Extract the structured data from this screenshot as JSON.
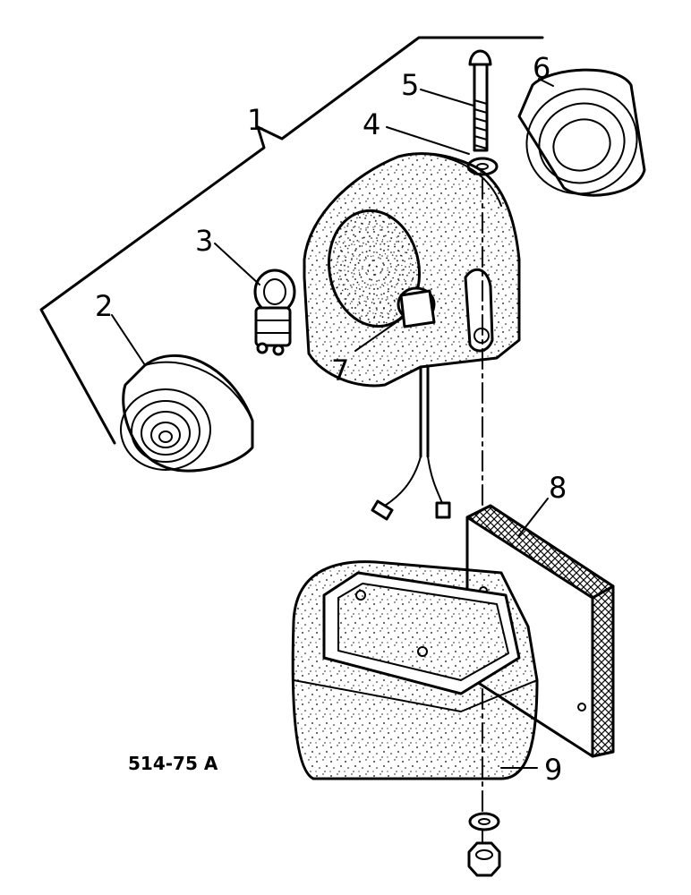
{
  "figure_code": "514-75 A",
  "callouts": [
    "1",
    "2",
    "3",
    "4",
    "5",
    "6",
    "7",
    "8",
    "9"
  ],
  "parts": {
    "assembly": "1",
    "lens_amber": "2",
    "bulb": "3",
    "washer": "4",
    "bolt": "5",
    "lens_red": "6",
    "lamp_holder": "7",
    "reflector": "8",
    "mounting_base": "9"
  }
}
